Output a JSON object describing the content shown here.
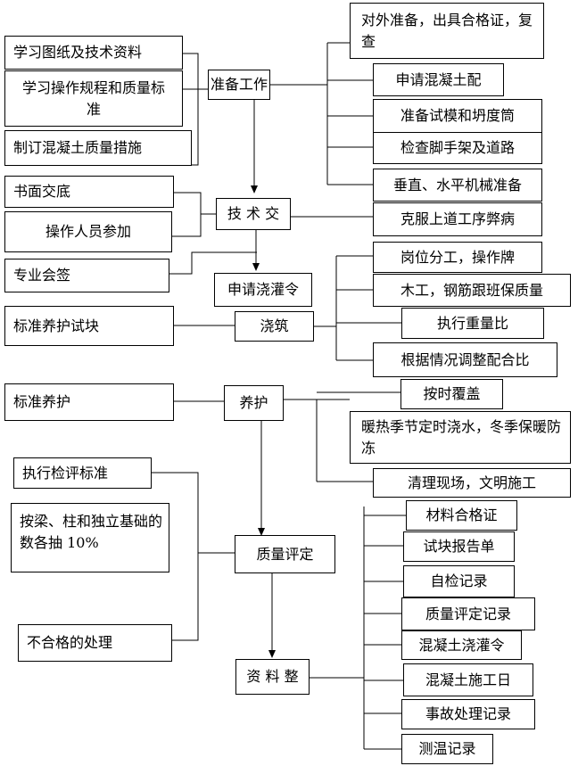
{
  "nodes": {
    "prep": "准备工作",
    "tech": "技 术 交",
    "apply_pour": "申请浇灌令",
    "pour": "浇筑",
    "cure": "养护",
    "quality": "质量评定",
    "docs": "资 料 整"
  },
  "left_inputs": {
    "study_drawings": "学习图纸及技术资料",
    "study_procedures": "学习操作规程和质量标准",
    "quality_measures": "制订混凝土质量措施",
    "written_brief": "书面交底",
    "operators": "操作人员参加",
    "sign_off": "专业会签",
    "std_cure_block": "标准养护试块",
    "std_cure": "标准养护",
    "eval_standard": "执行检评标准",
    "sampling": "按梁、柱和独立基础的数各抽 10%",
    "nonconform": "不合格的处理"
  },
  "right_outputs": {
    "external_prep": "对外准备，出具合格证，复查",
    "apply_mix": "申请混凝土配",
    "prep_mold": "准备试模和坍度筒",
    "check_scaffold": "检查脚手架及道路",
    "vertical_mech": "垂直、水平机械准备",
    "overcome": "克服上道工序弊病",
    "post_assign": "岗位分工，操作牌",
    "carpentry": "木工，钢筋跟班保质量",
    "weighing": "执行重量比",
    "adjust_ratio": "根据情况调整配合比",
    "cover": "按时覆盖",
    "watering": "暖热季节定时浇水，冬季保暖防冻",
    "cleanup": "清理现场，文明施工"
  },
  "doc_items": [
    "材料合格证",
    "试块报告单",
    "自检记录",
    "质量评定记录",
    "混凝土浇灌令",
    "混凝土施工日",
    "事故处理记录",
    "测温记录"
  ]
}
